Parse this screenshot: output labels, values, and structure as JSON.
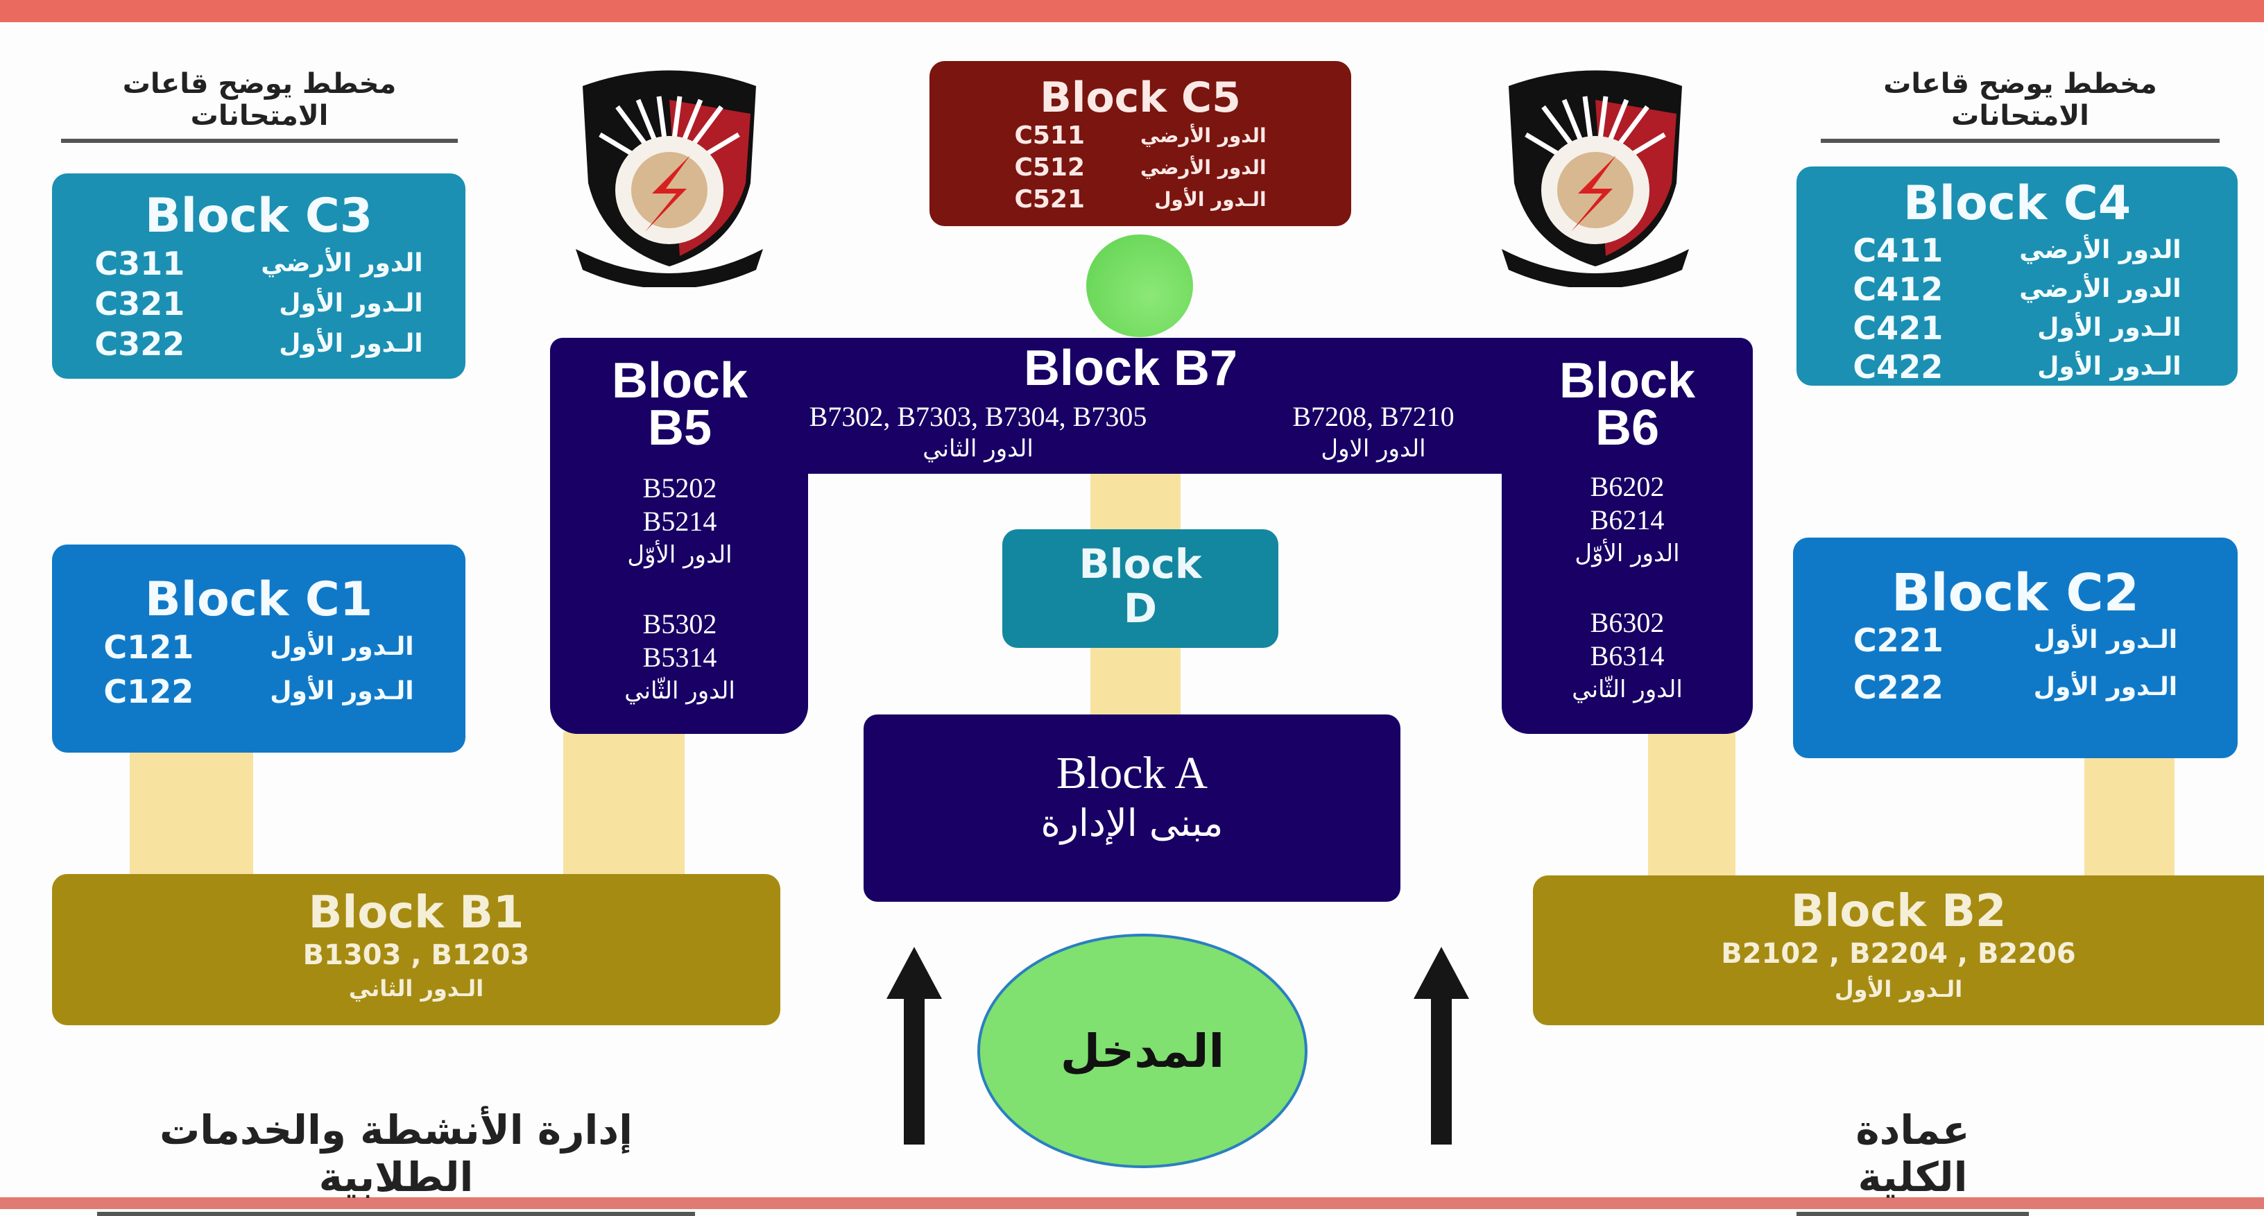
{
  "page": {
    "top_heading_left": "مخطط يوضح قاعات الامتحانات",
    "top_heading_right": "مخطط يوضح قاعات الامتحانات",
    "bottom_label_left": "إدارة الأنشطة والخدمات الطلابية",
    "bottom_label_right": "عمادة الكلية",
    "logo": "faculty-of-engineering-shield-logo"
  },
  "colors": {
    "top_bar": "#eb6a60",
    "teal_block": "#1b90b2",
    "blue_block": "#1079c7",
    "olive_block": "#a68b13",
    "maroon_block": "#7a150f",
    "navy_block": "#180064",
    "connector": "#f8e2a0",
    "entrance": "#80e070"
  },
  "blocks": {
    "c5": {
      "title": "Block C5",
      "rooms": [
        {
          "code": "C511",
          "floor": "الدور الأرضي"
        },
        {
          "code": "C512",
          "floor": "الدور الأرضي"
        },
        {
          "code": "C521",
          "floor": "الـدور الأول"
        }
      ]
    },
    "c3": {
      "title": "Block C3",
      "rooms": [
        {
          "code": "C311",
          "floor": "الدور الأرضي"
        },
        {
          "code": "C321",
          "floor": "الـدور الأول"
        },
        {
          "code": "C322",
          "floor": "الـدور الأول"
        }
      ]
    },
    "c4": {
      "title": "Block C4",
      "rooms": [
        {
          "code": "C411",
          "floor": "الدور الأرضي"
        },
        {
          "code": "C412",
          "floor": "الدور الأرضي"
        },
        {
          "code": "C421",
          "floor": "الـدور الأول"
        },
        {
          "code": "C422",
          "floor": "الـدور الأول"
        }
      ]
    },
    "c1": {
      "title": "Block C1",
      "rooms": [
        {
          "code": "C121",
          "floor": "الـدور الأول"
        },
        {
          "code": "C122",
          "floor": "الـدور الأول"
        }
      ]
    },
    "c2": {
      "title": "Block C2",
      "rooms": [
        {
          "code": "C221",
          "floor": "الـدور الأول"
        },
        {
          "code": "C222",
          "floor": "الـدور الأول"
        }
      ]
    },
    "b7": {
      "title": "Block B7",
      "group_second": {
        "rooms": "B7302, B7303, B7304, B7305",
        "floor": "الدور الثاني"
      },
      "group_first": {
        "rooms": "B7208, B7210",
        "floor": "الدور الاول"
      }
    },
    "b5": {
      "title_line1": "Block",
      "title_line2": "B5",
      "first": {
        "room1": "B5202",
        "room2": "B5214",
        "floor": "الدور الأوّل"
      },
      "second": {
        "room1": "B5302",
        "room2": "B5314",
        "floor": "الدور الثّاني"
      }
    },
    "b6": {
      "title_line1": "Block",
      "title_line2": "B6",
      "first": {
        "room1": "B6202",
        "room2": "B6214",
        "floor": "الدور الأوّل"
      },
      "second": {
        "room1": "B6302",
        "room2": "B6314",
        "floor": "الدور الثّاني"
      }
    },
    "d": {
      "title_line1": "Block",
      "title_line2": "D"
    },
    "a": {
      "title": "Block  A",
      "subtitle": "مبنى الإدارة"
    },
    "b1": {
      "title": "Block B1",
      "rooms": "B1303 , B1203",
      "floor": "الـدور الثاني"
    },
    "b2": {
      "title": "Block B2",
      "rooms": "B2102 , B2204 , B2206",
      "floor": "الـدور الأول"
    },
    "entrance": {
      "label": "المدخل"
    }
  }
}
